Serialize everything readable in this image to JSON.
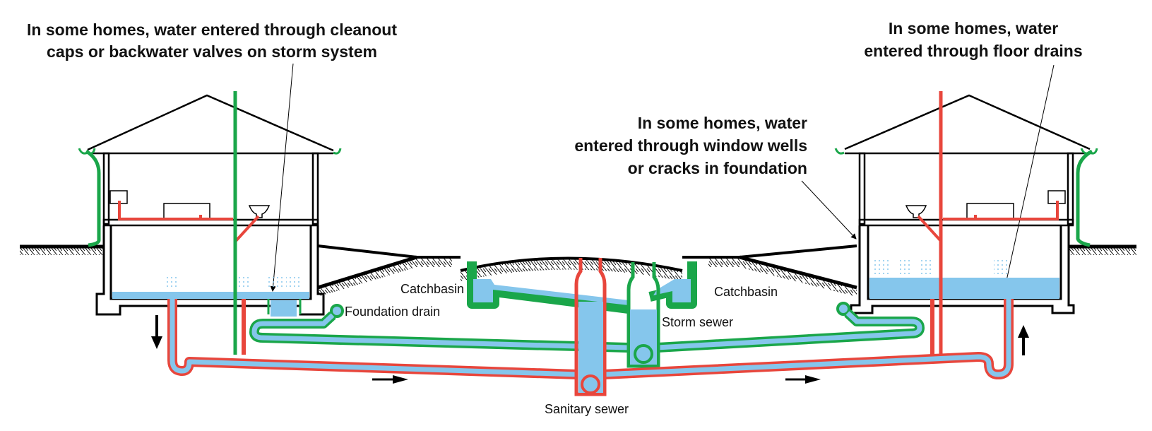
{
  "title": "Basement flooding pathways: sanitary and storm sewer systems",
  "colors": {
    "storm": "#1aa64a",
    "sanitary": "#e8463c",
    "water": "#85c6ec",
    "structure": "#000000"
  },
  "callouts": {
    "cleanout": {
      "lines": [
        "In some homes, water entered through cleanout",
        "caps or backwater valves on storm system"
      ]
    },
    "window_wells": {
      "lines": [
        "In some homes, water",
        "entered through window wells",
        "or cracks in foundation"
      ]
    },
    "floor_drains": {
      "lines": [
        "In some homes, water",
        "entered through floor drains"
      ]
    }
  },
  "labels": {
    "catchbasin_left": "Catchbasin",
    "catchbasin_right": "Catchbasin",
    "foundation_drain": "Foundation drain",
    "storm_sewer": "Storm sewer",
    "sanitary_sewer": "Sanitary sewer"
  },
  "houses": [
    {
      "name": "left-house",
      "vent_stack": "storm",
      "basement_flooded": true
    },
    {
      "name": "right-house",
      "vent_stack": "sanitary",
      "basement_flooded": true
    }
  ],
  "flow_arrows": [
    {
      "name": "left-down-arrow",
      "direction": "down"
    },
    {
      "name": "left-flow-arrow",
      "direction": "right"
    },
    {
      "name": "right-flow-arrow",
      "direction": "right"
    },
    {
      "name": "right-up-arrow",
      "direction": "up"
    }
  ]
}
